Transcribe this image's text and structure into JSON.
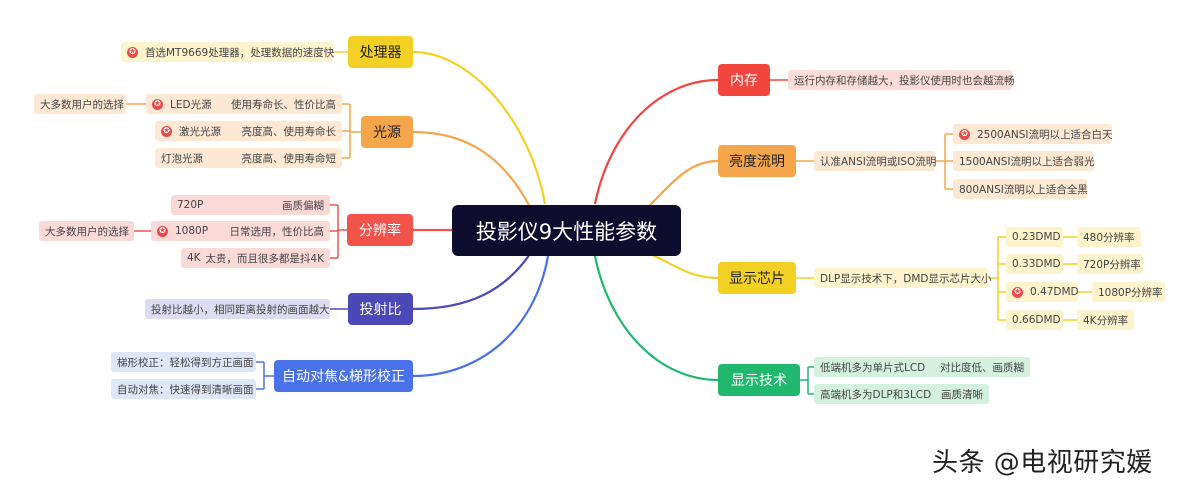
{
  "center": {
    "label": "投影仪9大性能参数"
  },
  "branches": {
    "processor": {
      "label": "处理器",
      "color": "#f2d024",
      "leaves": [
        {
          "text": "首选MT9669处理器，处理数据的速度快",
          "starred": true
        }
      ]
    },
    "light": {
      "label": "光源",
      "color": "#f5a54a",
      "leaves": [
        {
          "a": "LED光源",
          "b": "使用寿命长、性价比高",
          "starred": true,
          "side_note": "大多数用户的选择"
        },
        {
          "a": "激光光源",
          "b": "亮度高、使用寿命长",
          "starred": true
        },
        {
          "a": "灯泡光源",
          "b": "亮度高、使用寿命短",
          "starred": false
        }
      ]
    },
    "resolution": {
      "label": "分辨率",
      "color": "#f2544c",
      "leaves": [
        {
          "a": "720P",
          "b": "画质偏糊",
          "starred": false
        },
        {
          "a": "1080P",
          "b": "日常选用，性价比高",
          "starred": true,
          "side_note": "大多数用户的选择"
        },
        {
          "a": "4K",
          "b": "太贵，而且很多都是抖4K",
          "starred": false
        }
      ]
    },
    "throw": {
      "label": "投射比",
      "color": "#4b48b8",
      "leaves": [
        {
          "text": "投射比越小，相同距离投射的画面越大",
          "starred": false
        }
      ]
    },
    "focus": {
      "label": "自动对焦&梯形校正",
      "color": "#4a72e8",
      "leaves": [
        {
          "text": "梯形校正：轻松得到方正画面",
          "starred": false
        },
        {
          "text": "自动对焦：快速得到清晰画面",
          "starred": false
        }
      ]
    },
    "memory": {
      "label": "内存",
      "color": "#f2453d",
      "leaves": [
        {
          "text": "运行内存和存储越大，投影仪使用时也会越流畅",
          "starred": false
        }
      ]
    },
    "brightness": {
      "label": "亮度流明",
      "color": "#f5a54a",
      "mid": "认准ANSI流明或ISO流明",
      "leaves": [
        {
          "text": "2500ANSI流明以上适合白天",
          "starred": true
        },
        {
          "text": "1500ANSI流明以上适合弱光",
          "starred": false
        },
        {
          "text": "800ANSI流明以上适合全黑",
          "starred": false
        }
      ]
    },
    "chip": {
      "label": "显示芯片",
      "color": "#f2d024",
      "mid": "DLP显示技术下，DMD显示芯片大小",
      "leaves": [
        {
          "a": "0.23DMD",
          "b": "480分辨率",
          "starred": false
        },
        {
          "a": "0.33DMD",
          "b": "720P分辨率",
          "starred": false
        },
        {
          "a": "0.47DMD",
          "b": "1080P分辨率",
          "starred": true
        },
        {
          "a": "0.66DMD",
          "b": "4K分辨率",
          "starred": false
        }
      ]
    },
    "tech": {
      "label": "显示技术",
      "color": "#1fb86e",
      "leaves": [
        {
          "a": "低端机多为单片式LCD",
          "b": "对比度低、画质糊",
          "starred": false
        },
        {
          "a": "高端机多为DLP和3LCD",
          "b": "画质清晰",
          "starred": false
        }
      ]
    }
  },
  "watermark": "头条 @电视研究媛",
  "star_glyph": "✪"
}
